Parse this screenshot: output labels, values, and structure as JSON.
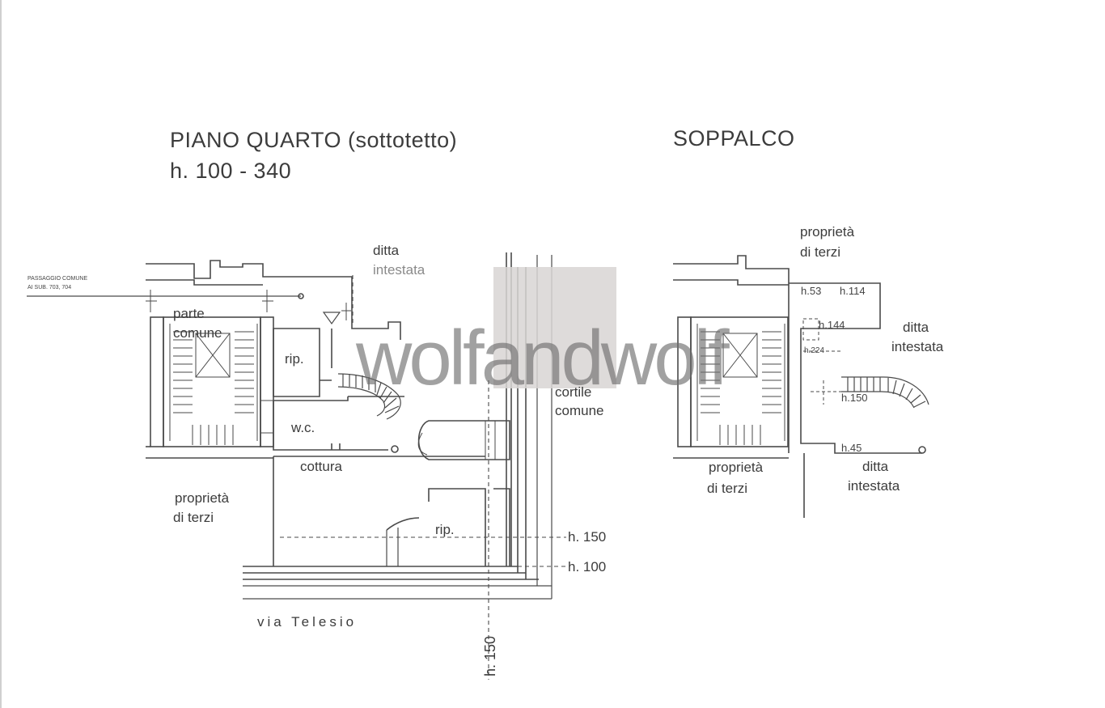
{
  "plan_left": {
    "title": "PIANO QUARTO (sottotetto)",
    "subtitle": "h. 100 - 340",
    "labels": {
      "passaggio_line1": "PASSAGGIO COMUNE",
      "passaggio_line2": "AI SUB. 703, 704",
      "ditta": "ditta",
      "intestata": "intestata",
      "parte": "parte",
      "comune": "comune",
      "rip_upper": "rip.",
      "wc": "w.c.",
      "cottura": "cottura",
      "cortile": "cortile",
      "cortile_comune": "comune",
      "proprieta": "proprietà",
      "di_terzi": "di terzi",
      "rip_lower": "rip.",
      "h150": "h. 150",
      "h100": "h. 100",
      "street": "via Telesio",
      "h150_vertical": "h. 150"
    }
  },
  "plan_right": {
    "title": "SOPPALCO",
    "labels": {
      "proprieta_top": "proprietà",
      "di_terzi_top": "di terzi",
      "h53": "h.53",
      "h114": "h.114",
      "h144": "h.144",
      "h224": "h.224",
      "ditta": "ditta",
      "intestata": "intestata",
      "h150": "h.150",
      "h45": "h.45",
      "proprieta_bottom": "proprietà",
      "di_terzi_bottom": "di terzi",
      "ditta_bottom": "ditta",
      "intestata_bottom": "intestata"
    }
  },
  "watermark": "wolfandwolf",
  "colors": {
    "line": "#4a4a4a",
    "watermark_box": "#d8d5d3",
    "watermark_text": "#6e6e6e"
  }
}
